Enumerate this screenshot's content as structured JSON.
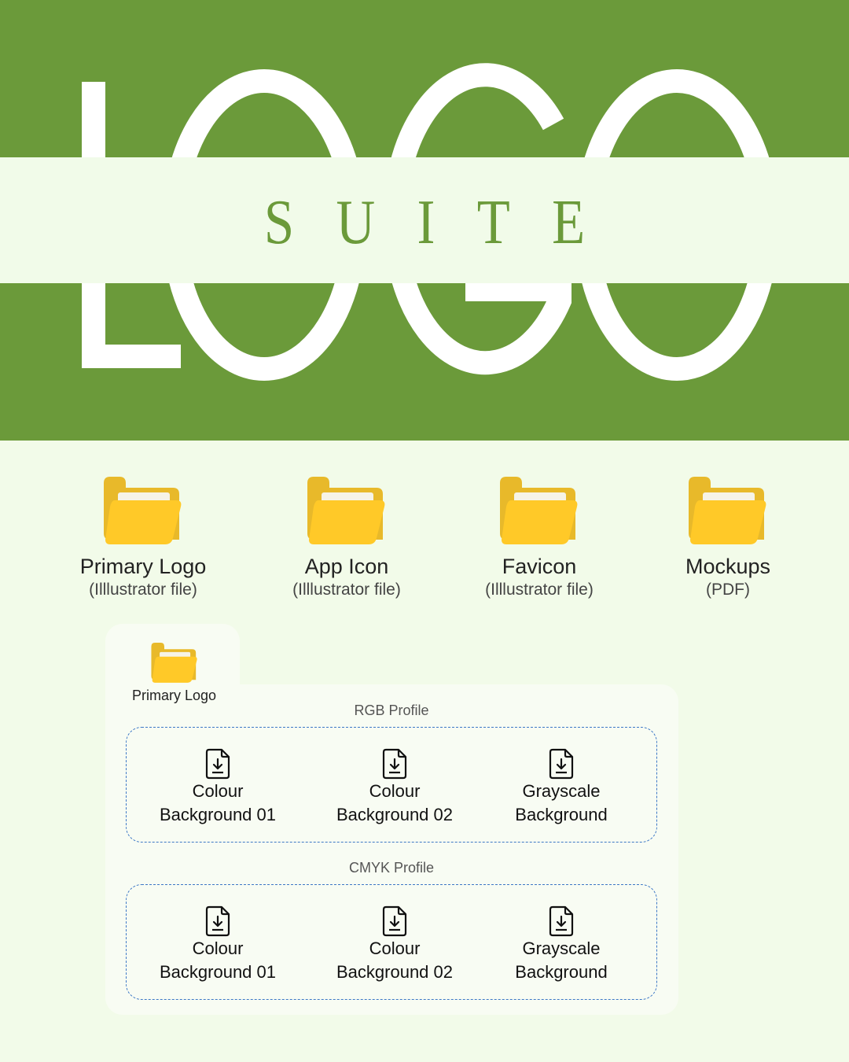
{
  "hero": {
    "big_word": "LOGO",
    "subtitle": "SUITE",
    "colors": {
      "green": "#6b9a3a",
      "band": "#f1fbe9",
      "letters": "#ffffff"
    }
  },
  "folders": [
    {
      "title": "Primary Logo",
      "subtitle": "(Illlustrator file)",
      "icon": "folder-open-icon"
    },
    {
      "title": "App Icon",
      "subtitle": "(Illlustrator file)",
      "icon": "folder-open-icon"
    },
    {
      "title": "Favicon",
      "subtitle": "(Illlustrator file)",
      "icon": "folder-open-icon"
    },
    {
      "title": "Mockups",
      "subtitle": "(PDF)",
      "icon": "folder-open-icon"
    }
  ],
  "panel": {
    "tab_label": "Primary Logo",
    "tab_icon": "folder-open-icon",
    "profiles": [
      {
        "label": "RGB Profile",
        "files": [
          {
            "line1": "Colour",
            "line2": "Background 01",
            "icon": "file-download-icon"
          },
          {
            "line1": "Colour",
            "line2": "Background 02",
            "icon": "file-download-icon"
          },
          {
            "line1": "Grayscale",
            "line2": "Background",
            "icon": "file-download-icon"
          }
        ]
      },
      {
        "label": "CMYK Profile",
        "files": [
          {
            "line1": "Colour",
            "line2": "Background 01",
            "icon": "file-download-icon"
          },
          {
            "line1": "Colour",
            "line2": "Background 02",
            "icon": "file-download-icon"
          },
          {
            "line1": "Grayscale",
            "line2": "Background",
            "icon": "file-download-icon"
          }
        ]
      }
    ]
  },
  "colors": {
    "page_bg": "#f2fbe9",
    "panel_bg": "#f8fcf3",
    "dashed_border": "#3d78c6",
    "folder_front": "#ffc928",
    "folder_back": "#e8b92a"
  }
}
